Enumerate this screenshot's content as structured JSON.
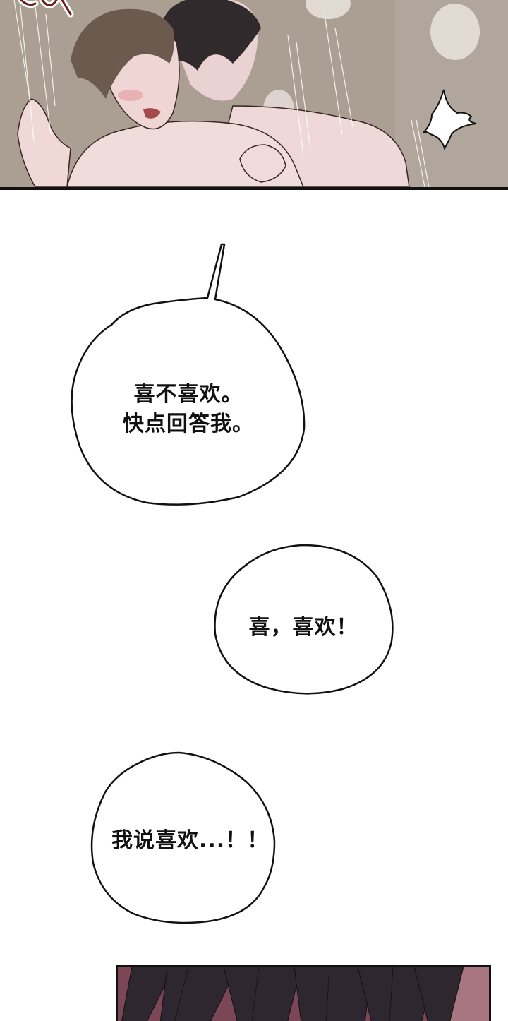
{
  "comic": {
    "panels": [
      {
        "id": "panel-1",
        "description": "Two shirtless men embracing in a shower, one blushing with eyes closed, steam and water streaks",
        "background_color": "#aa9e92",
        "sfx_text_color": "#6b1f1a",
        "spark_fill": "#ffffff"
      },
      {
        "id": "panel-2",
        "description": "Dark purple-black hair strands over a mauve background (partial, cut off at bottom)",
        "background_color": "#7b4655",
        "hair_color": "#2e2730"
      }
    ],
    "bubbles": [
      {
        "id": "bubble-1",
        "lines": [
          "喜不喜欢。",
          "快点回答我。"
        ],
        "has_tail": true
      },
      {
        "id": "bubble-2",
        "lines": [
          "喜，喜欢！"
        ],
        "has_tail": false
      },
      {
        "id": "bubble-3",
        "lines": [
          "我说喜欢...！！"
        ],
        "has_tail": false
      }
    ]
  }
}
